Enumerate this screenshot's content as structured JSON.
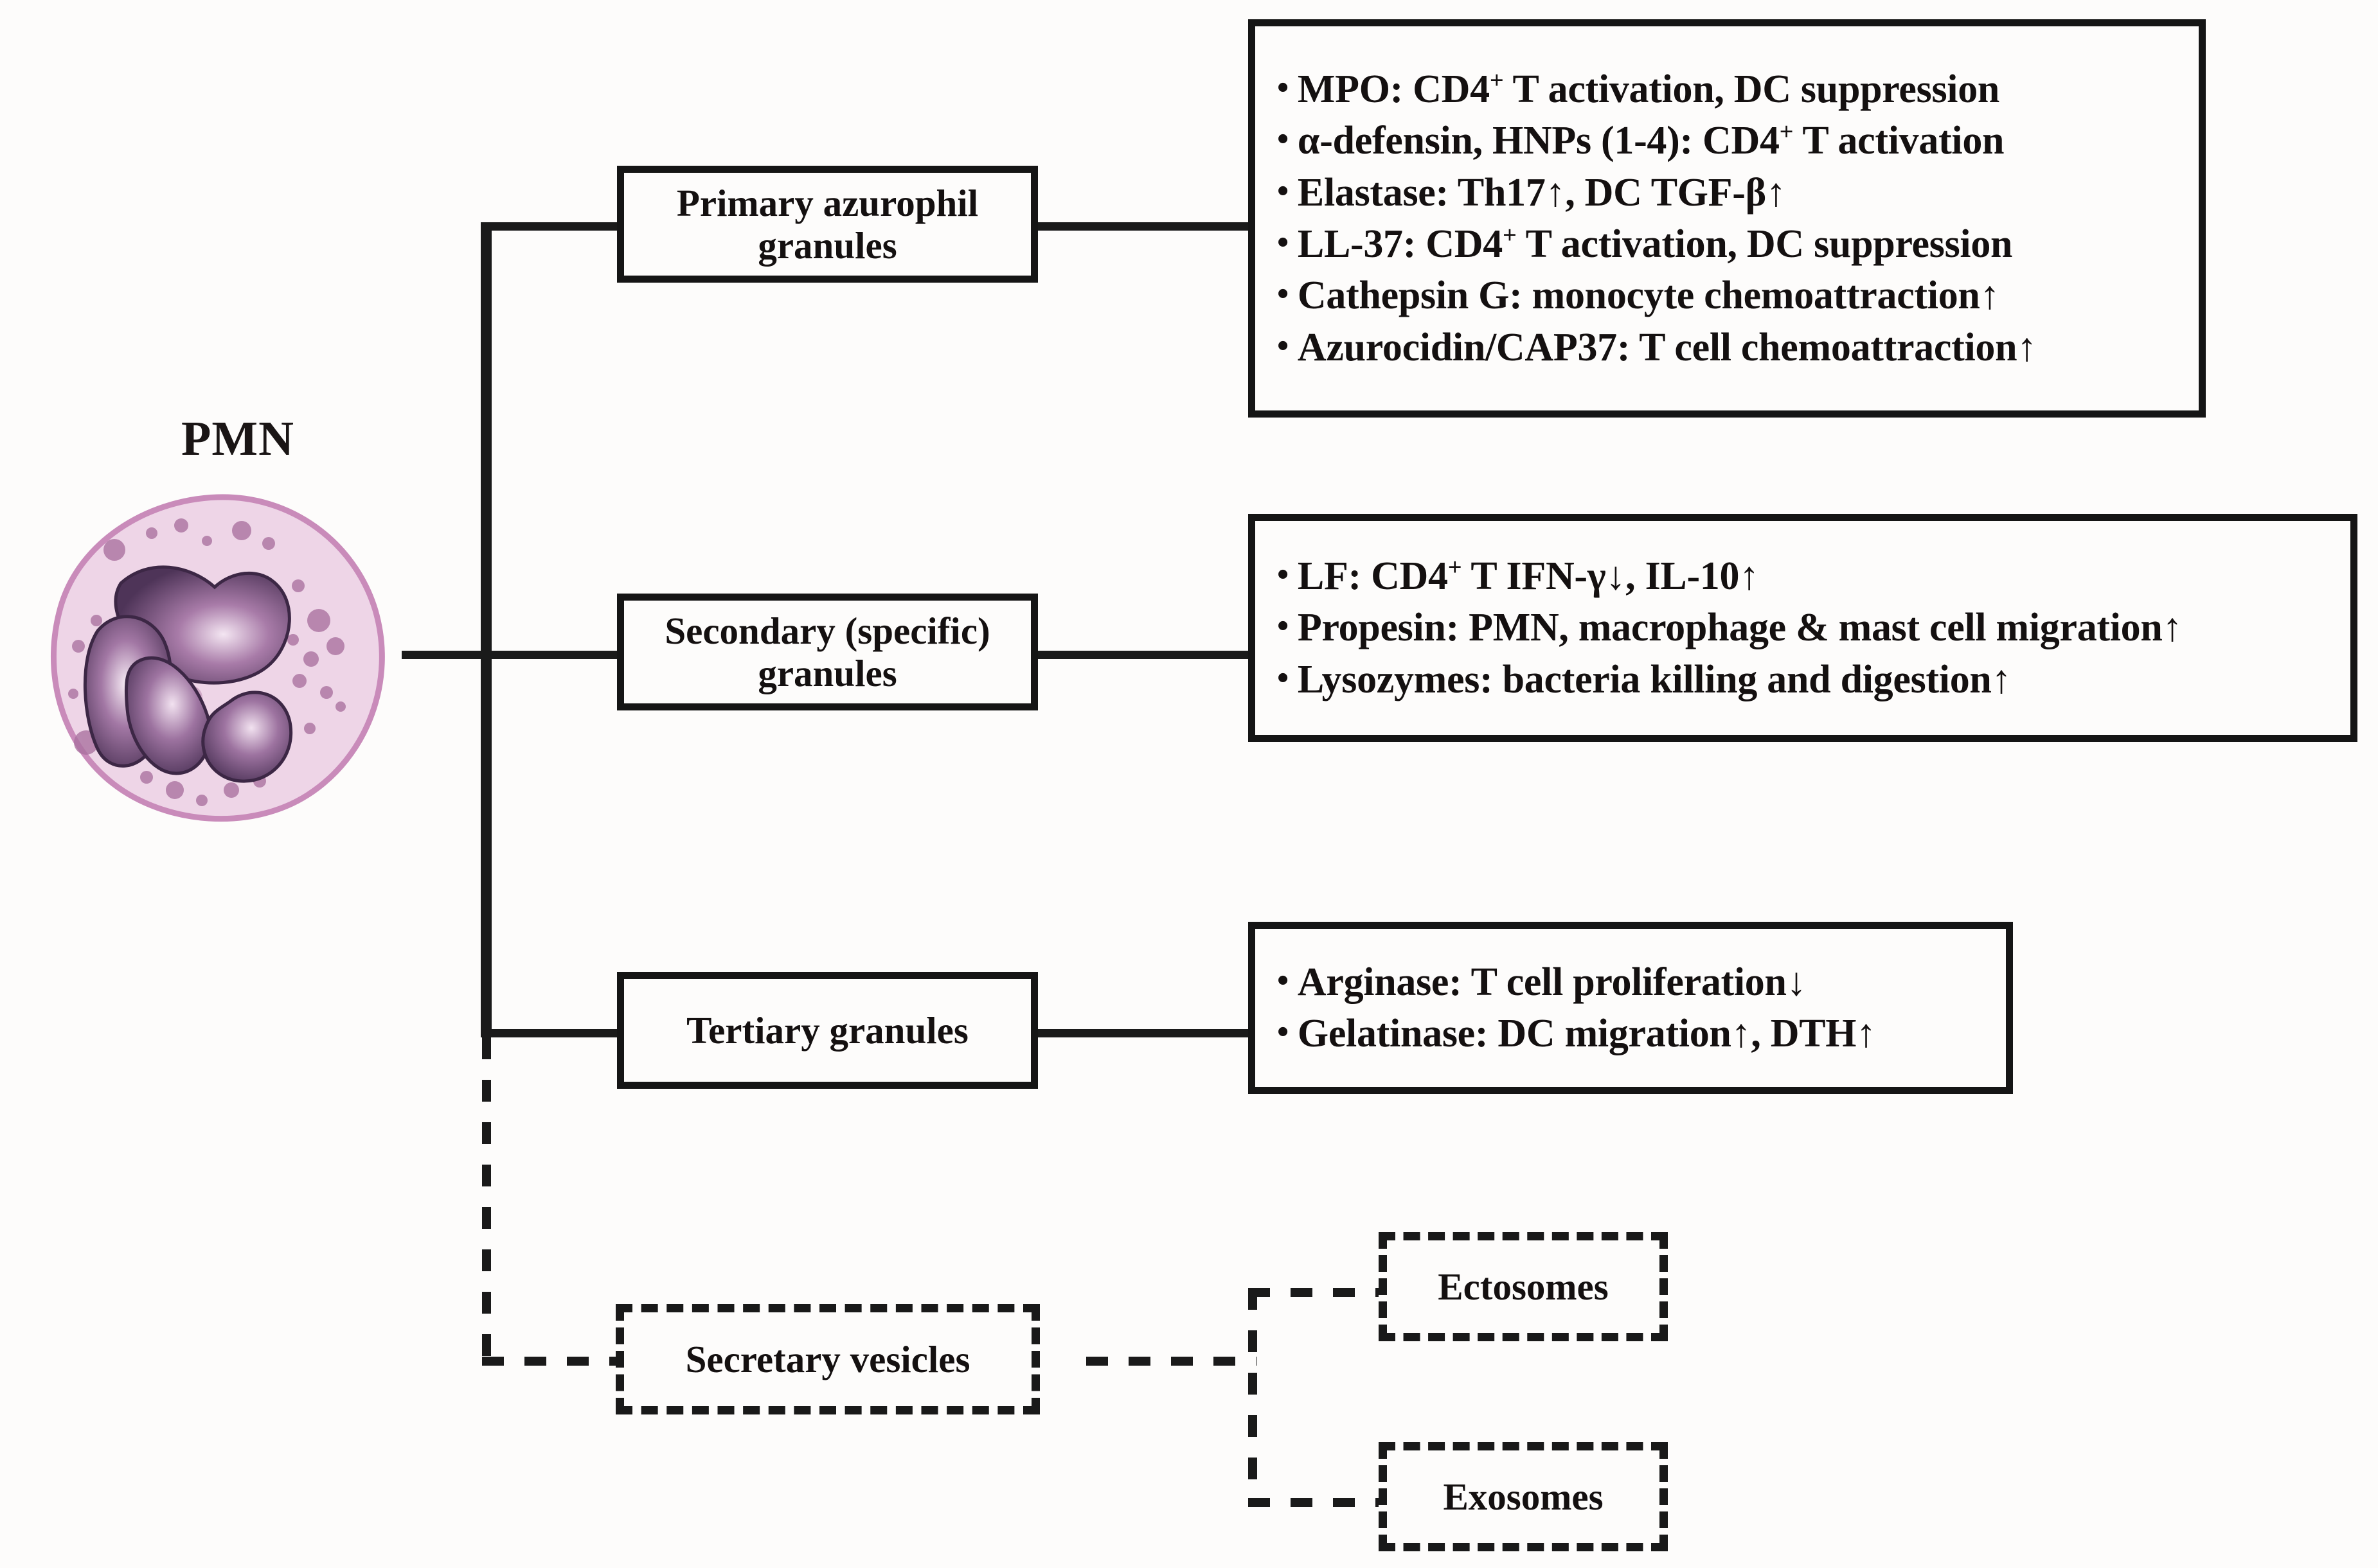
{
  "diagram": {
    "source_cell": {
      "label": "PMN",
      "icon": "neutrophil-cell-illustration",
      "colors": {
        "cytoplasm": "#ecd3e4",
        "membrane": "#c98bba",
        "nucleus_dark": "#553a63",
        "nucleus_light": "#e8d6ec",
        "granule": "#a9719f"
      }
    },
    "branches": [
      {
        "id": "primary",
        "label_line1": "Primary azurophil",
        "label_line2": "granules",
        "style": "solid",
        "contents": [
          {
            "prefix": "MPO: CD4",
            "sup": "+",
            "suffix": " T activation, DC suppression"
          },
          {
            "prefix": "α-defensin, HNPs (1-4): CD4",
            "sup": "+",
            "suffix": " T activation"
          },
          {
            "prefix": "Elastase: Th17↑, DC TGF-β↑",
            "sup": "",
            "suffix": ""
          },
          {
            "prefix": "LL-37: CD4",
            "sup": "+",
            "suffix": " T activation, DC suppression"
          },
          {
            "prefix": "Cathepsin G: monocyte chemoattraction↑",
            "sup": "",
            "suffix": ""
          },
          {
            "prefix": "Azurocidin/CAP37: T cell chemoattraction↑",
            "sup": "",
            "suffix": ""
          }
        ]
      },
      {
        "id": "secondary",
        "label_line1": "Secondary (specific)",
        "label_line2": "granules",
        "style": "solid",
        "contents": [
          {
            "prefix": "LF: CD4",
            "sup": "+",
            "suffix": " T IFN-γ↓, IL-10↑"
          },
          {
            "prefix": "Propesin: PMN, macrophage & mast cell migration↑",
            "sup": "",
            "suffix": ""
          },
          {
            "prefix": "Lysozymes: bacteria killing and digestion↑",
            "sup": "",
            "suffix": ""
          }
        ]
      },
      {
        "id": "tertiary",
        "label_line1": "Tertiary granules",
        "label_line2": "",
        "style": "solid",
        "contents": [
          {
            "prefix": "Arginase: T cell proliferation↓",
            "sup": "",
            "suffix": ""
          },
          {
            "prefix": "Gelatinase: DC migration↑, DTH↑",
            "sup": "",
            "suffix": ""
          }
        ]
      },
      {
        "id": "secretory",
        "label_line1": "Secretary vesicles",
        "label_line2": "",
        "style": "dashed",
        "children": [
          {
            "id": "ectosomes",
            "label": "Ectosomes"
          },
          {
            "id": "exosomes",
            "label": "Exosomes"
          }
        ]
      }
    ]
  }
}
